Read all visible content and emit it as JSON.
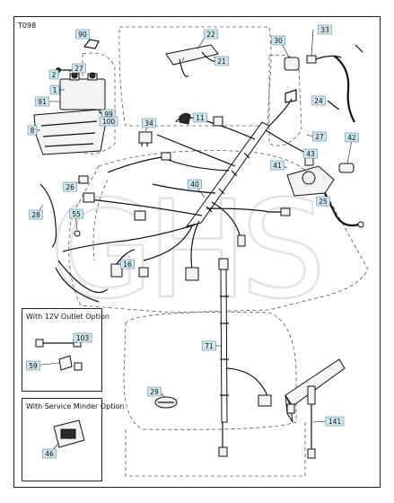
{
  "diagram": {
    "code": "T098",
    "watermark": "GHS",
    "insets": {
      "outlet": {
        "title": "With 12V Outlet Option"
      },
      "minder": {
        "title": "With Service Minder Option"
      }
    }
  },
  "part_numbers": {
    "p90": "90",
    "p22": "22",
    "p30": "30",
    "p33": "33",
    "p27a": "27",
    "p2": "2",
    "p1": "1",
    "p91": "91",
    "p99": "99",
    "p100": "100",
    "p8": "8",
    "p21": "21",
    "p24": "24",
    "p34": "34",
    "p11": "11",
    "p27b": "27",
    "p42": "42",
    "p43": "43",
    "p41": "41",
    "p40": "40",
    "p26": "26",
    "p28": "28",
    "p55": "55",
    "p25": "25",
    "p16": "16",
    "p71": "71",
    "p103": "103",
    "p59": "59",
    "p29": "29",
    "p141": "141",
    "p46": "46"
  }
}
